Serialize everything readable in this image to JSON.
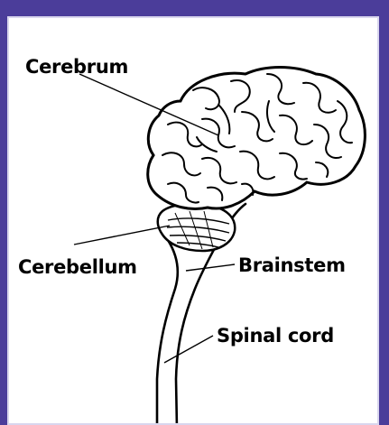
{
  "labels": {
    "cerebrum": "Cerebrum",
    "cerebellum": "Cerebellum",
    "brainstem": "Brainstem",
    "spinal_cord": "Spinal cord"
  },
  "colors": {
    "background": "#4b3d9a",
    "panel": "#ffffff",
    "ink": "#000000"
  }
}
